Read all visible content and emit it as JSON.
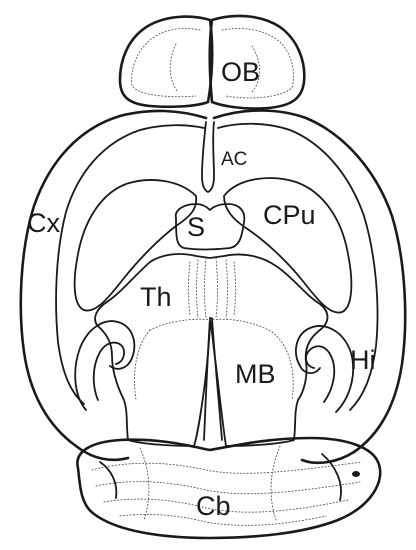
{
  "labels": {
    "ob": "OB",
    "ac": "AC",
    "cx": "Cx",
    "cpu": "CPu",
    "s": "S",
    "th": "Th",
    "mb": "MB",
    "hi": "Hi",
    "cb": "Cb"
  }
}
